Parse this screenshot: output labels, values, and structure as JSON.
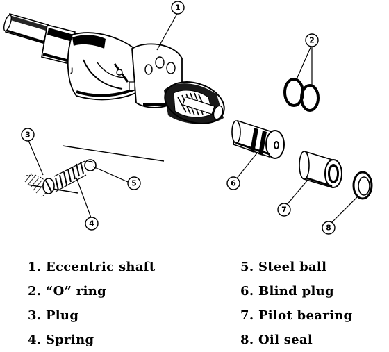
{
  "callouts": [
    "1",
    "2",
    "3",
    "4",
    "5",
    "6",
    "7",
    "8"
  ],
  "legend": {
    "left": [
      "1. Eccentric shaft",
      "2. “O” ring",
      "3. Plug",
      "4. Spring"
    ],
    "right": [
      "5. Steel ball",
      "6. Blind plug",
      "7. Pilot bearing",
      "8. Oil seal"
    ]
  },
  "part_marks": {
    "shaft_letter": "J"
  }
}
